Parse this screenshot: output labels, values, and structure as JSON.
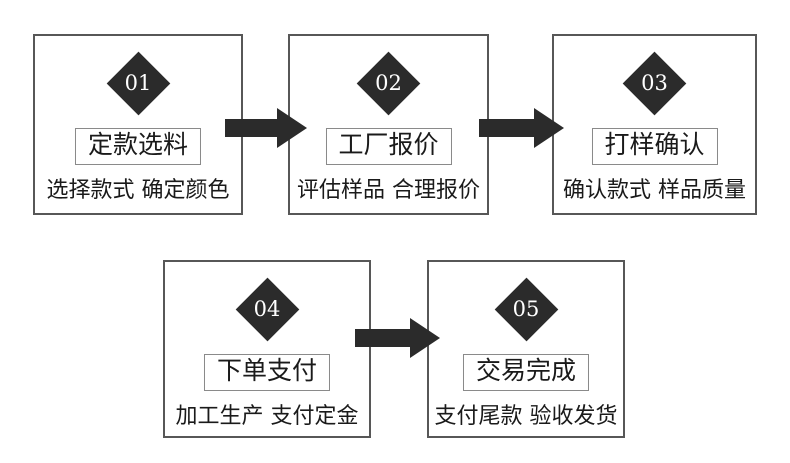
{
  "diagram": {
    "type": "process-flowchart",
    "orientation": "left-to-right, two rows",
    "background_color": "#ffffff",
    "box_border_color": "#575757",
    "badge_color": "#2b2b2b",
    "badge_text_color": "#ffffff",
    "title_border_color": "#8a8a8a",
    "text_color": "#1a1a1a",
    "arrow_color": "#2b2b2b",
    "steps": [
      {
        "number": "01",
        "title": "定款选料",
        "subtitle": "选择款式 确定颜色",
        "row": 1
      },
      {
        "number": "02",
        "title": "工厂报价",
        "subtitle": "评估样品 合理报价",
        "row": 1
      },
      {
        "number": "03",
        "title": "打样确认",
        "subtitle": "确认款式 样品质量",
        "row": 1
      },
      {
        "number": "04",
        "title": "下单支付",
        "subtitle": "加工生产 支付定金",
        "row": 2
      },
      {
        "number": "05",
        "title": "交易完成",
        "subtitle": "支付尾款 验收发货",
        "row": 2
      }
    ],
    "connectors": [
      {
        "from": "01",
        "to": "02",
        "icon": "right-block-arrow-icon"
      },
      {
        "from": "02",
        "to": "03",
        "icon": "right-block-arrow-icon"
      },
      {
        "from": "04",
        "to": "05",
        "icon": "right-block-arrow-icon"
      }
    ]
  }
}
